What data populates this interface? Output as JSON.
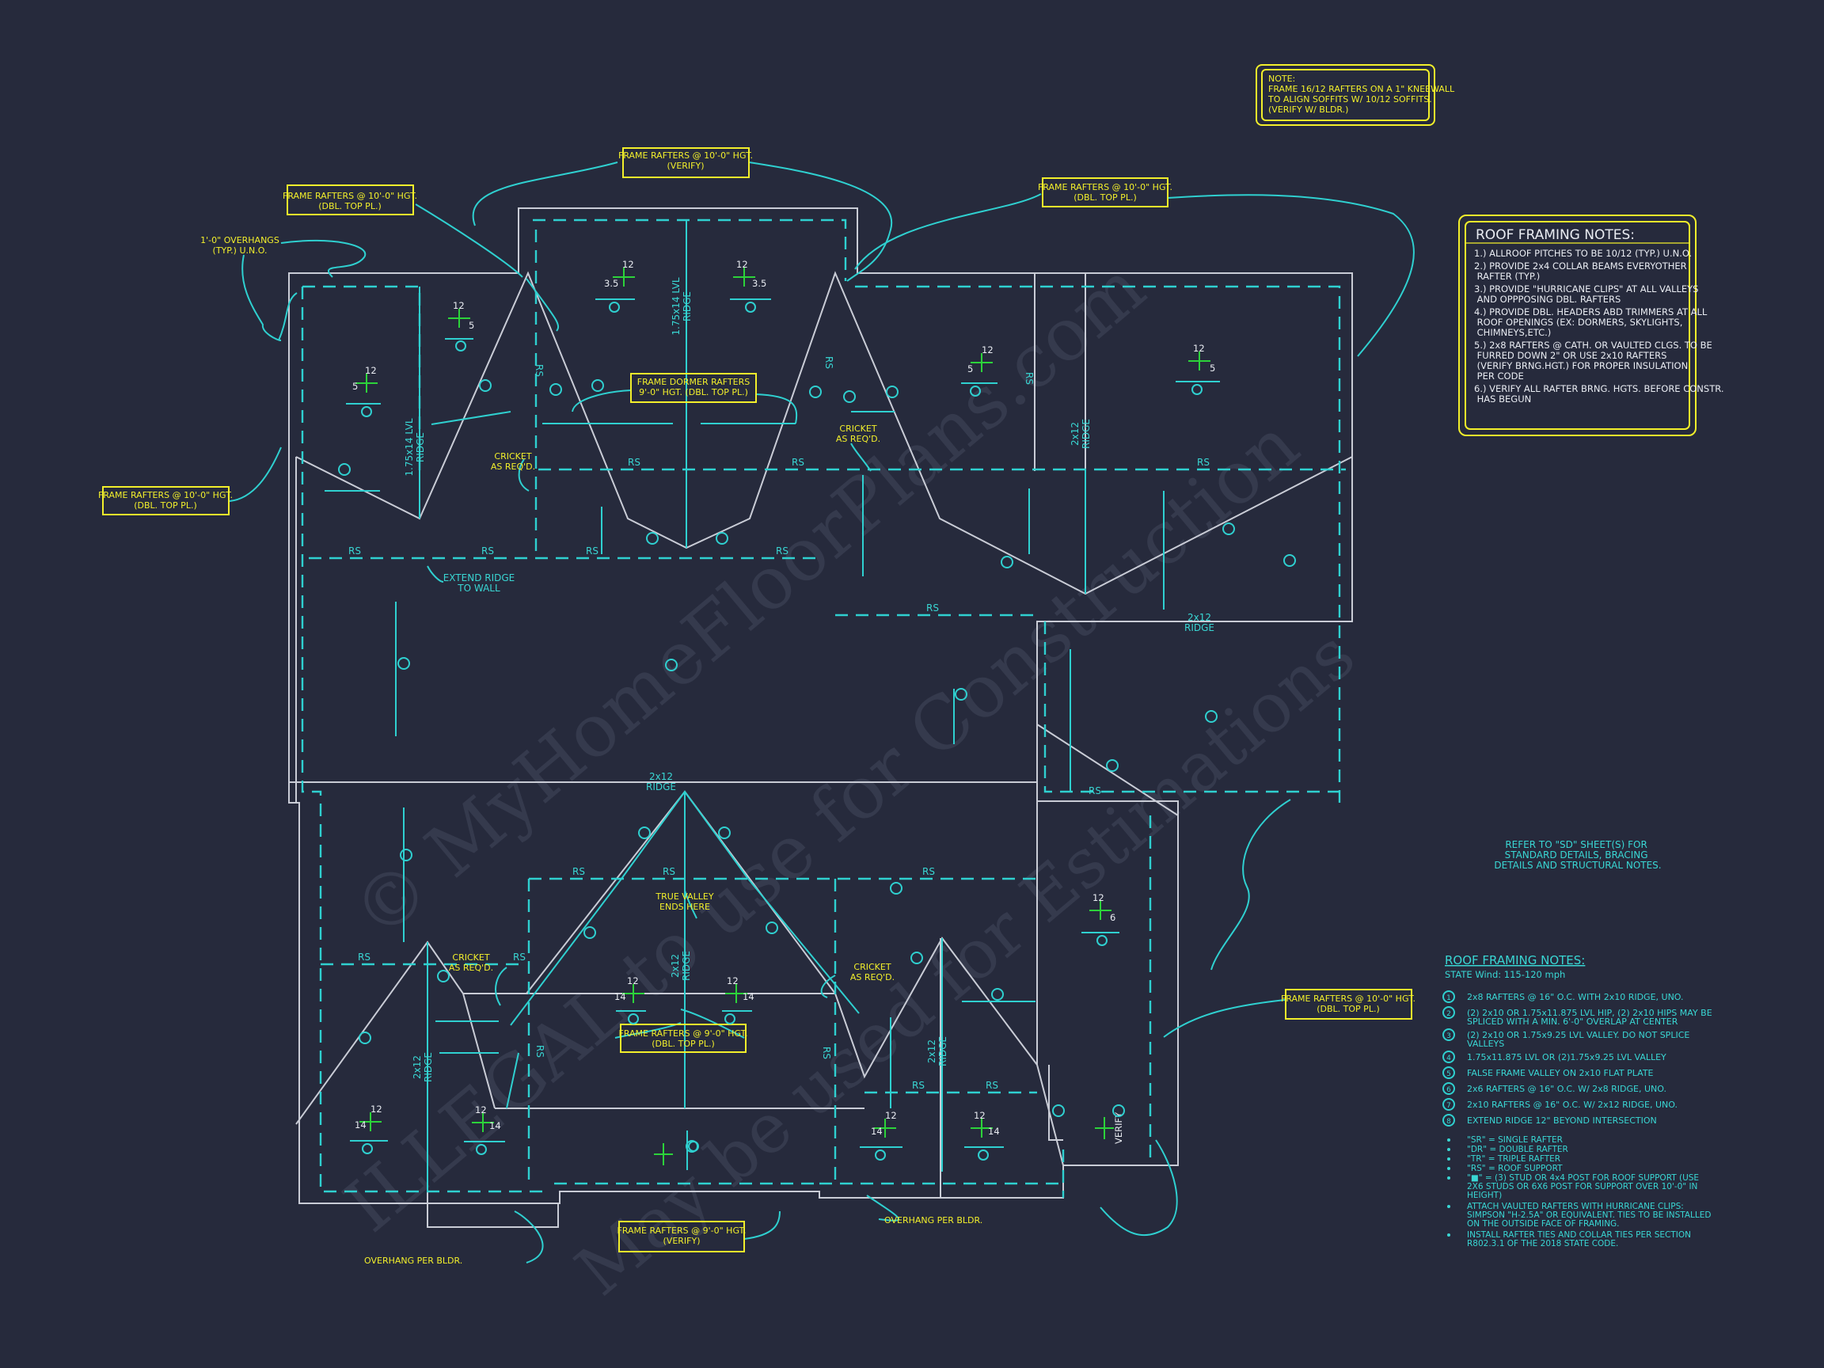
{
  "top_note": {
    "lines": [
      "NOTE:",
      "FRAME 16/12 RAFTERS ON A 1\" KNEEWALL",
      "TO ALIGN SOFFITS W/ 10/12 SOFFITS.",
      "(VERIFY W/ BLDR.)"
    ]
  },
  "general_notes": {
    "title": "ROOF FRAMING NOTES:",
    "items": [
      [
        "1.) ALLROOF PITCHES TO BE  10/12 (TYP.) U.N.O."
      ],
      [
        "2.) PROVIDE 2x4 COLLAR BEAMS EVERYOTHER",
        "     RAFTER (TYP.)"
      ],
      [
        "3.) PROVIDE \"HURRICANE CLIPS\" AT ALL VALLEYS",
        "     AND OPPPOSING DBL. RAFTERS"
      ],
      [
        "4.) PROVIDE DBL. HEADERS ABD TRIMMERS AT ALL",
        "     ROOF OPENINGS (EX: DORMERS, SKYLIGHTS,",
        "     CHIMNEYS,ETC.)"
      ],
      [
        "5.) 2x8 RAFTERS @ CATH. OR VAULTED CLGS. TO BE",
        "     FURRED DOWN 2\" OR USE 2x10 RAFTERS",
        "     (VERIFY BRNG.HGT.) FOR PROPER INSULATION",
        "     PER CODE"
      ],
      [
        "6.) VERIFY ALL RAFTER BRNG. HGTS. BEFORE CONSTR.",
        "     HAS BEGUN"
      ]
    ]
  },
  "legend": {
    "title": "ROOF FRAMING NOTES:",
    "subtitle": "STATE Wind: 115-120 mph",
    "items": [
      {
        "num": "1",
        "lines": [
          "2x8 RAFTERS @ 16\" O.C. WITH 2x10 RIDGE, UNO."
        ]
      },
      {
        "num": "2",
        "lines": [
          "(2) 2x10 OR 1.75x11.875 LVL HIP, (2) 2x10 HIPS MAY BE",
          "SPLICED WITH A MIN. 6'-0\" OVERLAP AT CENTER"
        ]
      },
      {
        "num": "3",
        "lines": [
          "(2) 2x10 OR 1.75x9.25 LVL VALLEY. DO NOT SPLICE",
          "VALLEYS"
        ]
      },
      {
        "num": "4",
        "lines": [
          "1.75x11.875 LVL OR (2)1.75x9.25 LVL VALLEY"
        ]
      },
      {
        "num": "5",
        "lines": [
          "FALSE FRAME VALLEY ON 2x10 FLAT PLATE"
        ]
      },
      {
        "num": "6",
        "lines": [
          "2x6 RAFTERS @ 16\" O.C. W/ 2x8 RIDGE, UNO."
        ]
      },
      {
        "num": "7",
        "lines": [
          "2x10 RAFTERS @ 16\" O.C. W/ 2x12 RIDGE, UNO."
        ]
      },
      {
        "num": "8",
        "lines": [
          "EXTEND RIDGE 12\" BEYOND INTERSECTION"
        ]
      }
    ],
    "abbreviations": [
      [
        "\"SR\"  = SINGLE RAFTER"
      ],
      [
        "\"DR\"  = DOUBLE RAFTER"
      ],
      [
        "\"TR\"  = TRIPLE RAFTER"
      ],
      [
        "\"RS\"  = ROOF SUPPORT"
      ],
      [
        "\"■\" = (3) STUD OR 4x4 POST FOR ROOF SUPPORT (USE",
        "2X6 STUDS OR 6X6 POST FOR SUPPORT OVER 10'-0\" IN",
        "HEIGHT)"
      ],
      [
        "ATTACH VAULTED RAFTERS WITH HURRICANE CLIPS:",
        "SIMPSON \"H-2.5A\" OR EQUIVALENT. TIES TO BE INSTALLED",
        "ON THE OUTSIDE FACE OF FRAMING."
      ],
      [
        "INSTALL RAFTER TIES AND COLLAR TIES PER SECTION",
        "R802.3.1 OF THE 2018 STATE CODE."
      ]
    ]
  },
  "refer_note": [
    "REFER TO \"SD\" SHEET(S) FOR",
    "STANDARD DETAILS, BRACING",
    "DETAILS AND STRUCTURAL NOTES."
  ],
  "boxes": {
    "top_center": [
      "FRAME RAFTERS @ 10'-0\" HGT.",
      "(VERIFY)"
    ],
    "top_left": [
      "FRAME RAFTERS @ 10'-0\" HGT.",
      "(DBL. TOP PL.)"
    ],
    "top_right": [
      "FRAME RAFTERS @ 10'-0\" HGT.",
      "(DBL. TOP PL.)"
    ],
    "left": [
      "FRAME RAFTERS @ 10'-0\" HGT.",
      "(DBL. TOP PL.)"
    ],
    "dormer": [
      "FRAME DORMER RAFTERS",
      "9'-0\" HGT. (DBL. TOP PL.)"
    ],
    "center_lower": [
      "FRAME RAFTERS @ 9'-0\" HGT.",
      "(DBL. TOP PL.)"
    ],
    "bottom_center": [
      "FRAME RAFTERS @ 9'-0\" HGT.",
      "(VERIFY)"
    ],
    "right": [
      "FRAME RAFTERS @ 10'-0\" HGT.",
      "(DBL. TOP PL.)"
    ]
  },
  "labels": {
    "overhangs": [
      "1'-0\" OVERHANGS",
      "(TYP.) U.N.O."
    ],
    "extend_ridge": [
      "EXTEND RIDGE",
      "TO WALL"
    ],
    "true_valley": [
      "TRUE VALLEY",
      "ENDS HERE"
    ],
    "overhang_bldr": "OVERHANG PER BLDR.",
    "cricket": [
      "CRICKET",
      "AS REQ'D."
    ],
    "ridge_2x12": [
      "2x12",
      "RIDGE"
    ],
    "ridge_lvl": [
      "1.75x14 LVL",
      "RIDGE"
    ],
    "rs": "RS",
    "verify": "VERIFY"
  },
  "watermark": {
    "line1": "© MyHomeFloorPlans.com",
    "line2": "ILLEGAL to use for Construction",
    "line3": "May be used for Estimations"
  }
}
